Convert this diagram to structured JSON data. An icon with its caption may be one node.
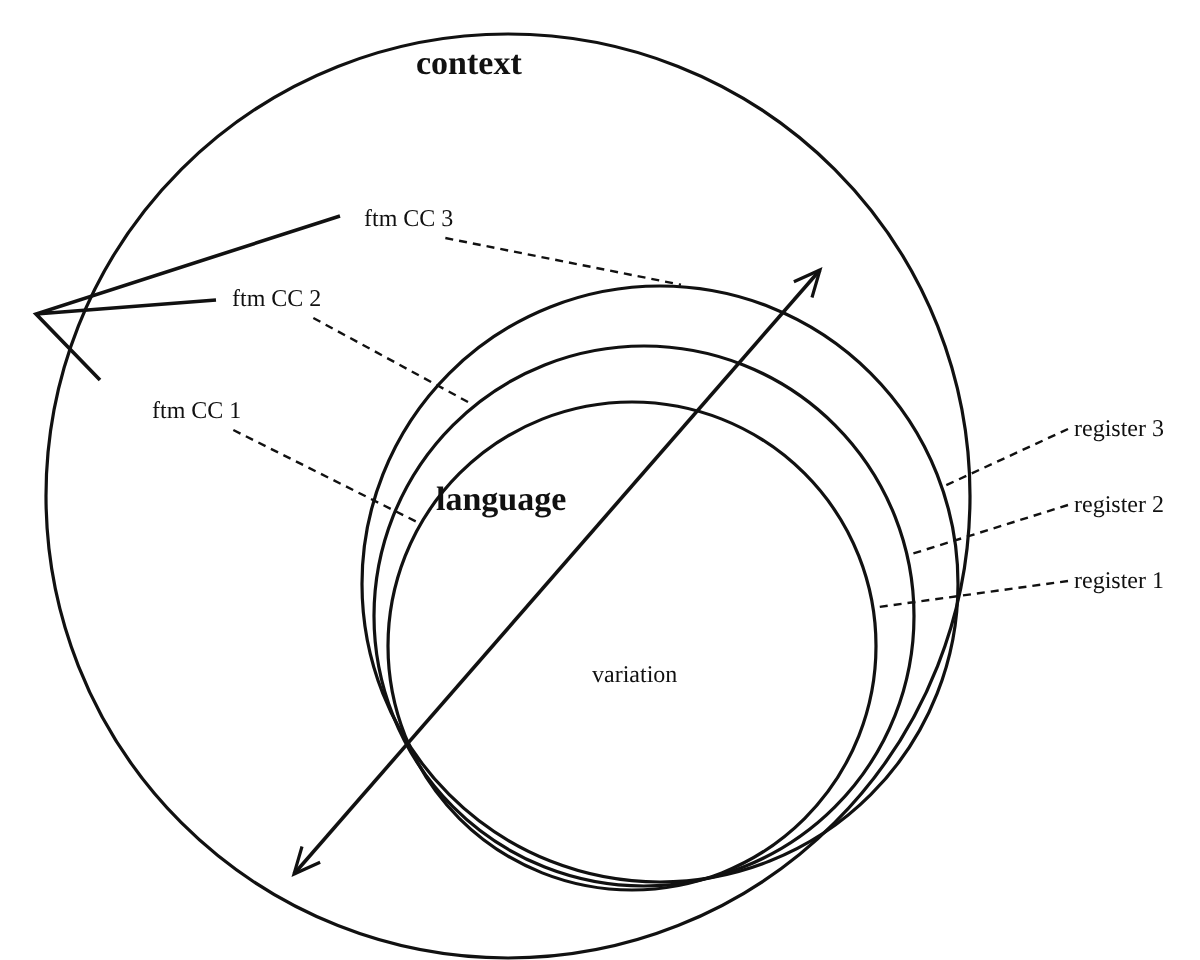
{
  "diagram": {
    "nodes": [
      {
        "text": [
          "context"
        ]
      },
      {
        "text": [],
        "shape": "circle",
        "in": 0
      },
      {
        "text": [],
        "shape": "circle",
        "in": 1
      },
      {
        "text": [],
        "shape": "circle",
        "in": 2
      },
      {
        "text": [
          "ftm CC 3"
        ],
        "in": 0
      },
      {
        "text": [
          "ftm CC 2"
        ],
        "in": 0
      },
      {
        "text": [
          "ftm CC 1"
        ],
        "in": 0
      },
      {
        "text": [
          "register 3"
        ]
      },
      {
        "text": [
          "register 2"
        ]
      },
      {
        "text": [
          "register 1"
        ]
      }
    ],
    "edges": [
      {
        "from": 4,
        "to": 1,
        "arrow": "none",
        "style": "dashed"
      },
      {
        "from": 5,
        "to": 2,
        "arrow": "none",
        "style": "dashed"
      },
      {
        "from": 6,
        "to": 3,
        "arrow": "none",
        "style": "dashed"
      },
      {
        "from": 7,
        "to": 1,
        "arrow": "none",
        "style": "dashed"
      },
      {
        "from": 8,
        "to": 2,
        "arrow": "none",
        "style": "dashed"
      },
      {
        "from": 9,
        "to": 3,
        "arrow": "none",
        "style": "dashed"
      }
    ],
    "labels": [
      "language",
      "variation"
    ]
  }
}
